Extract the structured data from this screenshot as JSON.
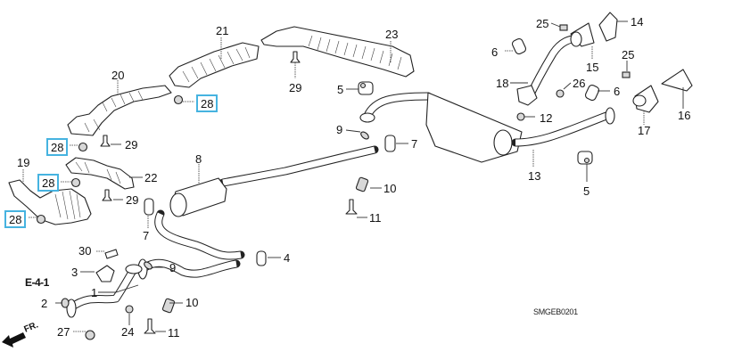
{
  "diagram": {
    "title": "Exhaust system parts diagram",
    "drawing_code": "SMGEB0201",
    "section_ref": "E-4-1",
    "direction_label": "FR.",
    "highlight_color": "#46b3e0",
    "callouts": [
      {
        "id": "c21",
        "label": "21",
        "boxed": false
      },
      {
        "id": "c23",
        "label": "23",
        "boxed": false
      },
      {
        "id": "c20",
        "label": "20",
        "boxed": false
      },
      {
        "id": "c28a",
        "label": "28",
        "boxed": true
      },
      {
        "id": "c29a",
        "label": "29",
        "boxed": false
      },
      {
        "id": "c5a",
        "label": "5",
        "boxed": false
      },
      {
        "id": "c28b",
        "label": "28",
        "boxed": true
      },
      {
        "id": "c29b",
        "label": "29",
        "boxed": false
      },
      {
        "id": "c19",
        "label": "19",
        "boxed": false
      },
      {
        "id": "c22",
        "label": "22",
        "boxed": false
      },
      {
        "id": "c28c",
        "label": "28",
        "boxed": true
      },
      {
        "id": "c29c",
        "label": "29",
        "boxed": false
      },
      {
        "id": "c28d",
        "label": "28",
        "boxed": true
      },
      {
        "id": "c8",
        "label": "8",
        "boxed": false
      },
      {
        "id": "c7a",
        "label": "7",
        "boxed": false
      },
      {
        "id": "c9a",
        "label": "9",
        "boxed": false
      },
      {
        "id": "c7b",
        "label": "7",
        "boxed": false
      },
      {
        "id": "c10a",
        "label": "10",
        "boxed": false
      },
      {
        "id": "c11a",
        "label": "11",
        "boxed": false
      },
      {
        "id": "c4",
        "label": "4",
        "boxed": false
      },
      {
        "id": "c30",
        "label": "30",
        "boxed": false
      },
      {
        "id": "c3",
        "label": "3",
        "boxed": false
      },
      {
        "id": "c9b",
        "label": "9",
        "boxed": false
      },
      {
        "id": "c1",
        "label": "1",
        "boxed": false
      },
      {
        "id": "c10b",
        "label": "10",
        "boxed": false
      },
      {
        "id": "c2",
        "label": "2",
        "boxed": false
      },
      {
        "id": "c27",
        "label": "27",
        "boxed": false
      },
      {
        "id": "c24",
        "label": "24",
        "boxed": false
      },
      {
        "id": "c11b",
        "label": "11",
        "boxed": false
      },
      {
        "id": "c25a",
        "label": "25",
        "boxed": false
      },
      {
        "id": "c14",
        "label": "14",
        "boxed": false
      },
      {
        "id": "c6a",
        "label": "6",
        "boxed": false
      },
      {
        "id": "c15",
        "label": "15",
        "boxed": false
      },
      {
        "id": "c25b",
        "label": "25",
        "boxed": false
      },
      {
        "id": "c18",
        "label": "18",
        "boxed": false
      },
      {
        "id": "c26",
        "label": "26",
        "boxed": false
      },
      {
        "id": "c6b",
        "label": "6",
        "boxed": false
      },
      {
        "id": "c16",
        "label": "16",
        "boxed": false
      },
      {
        "id": "c12",
        "label": "12",
        "boxed": false
      },
      {
        "id": "c17",
        "label": "17",
        "boxed": false
      },
      {
        "id": "c13",
        "label": "13",
        "boxed": false
      },
      {
        "id": "c5b",
        "label": "5",
        "boxed": false
      }
    ]
  }
}
